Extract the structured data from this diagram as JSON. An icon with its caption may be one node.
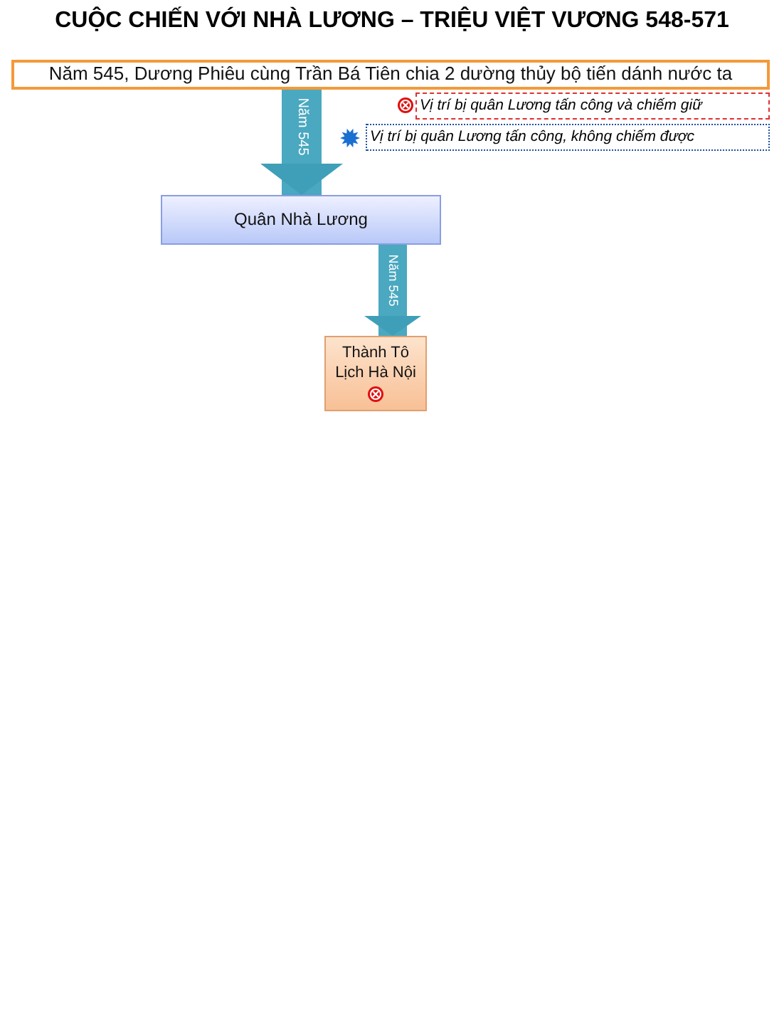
{
  "diagram": {
    "title": "CUỘC CHIẾN VỚI NHÀ LƯƠNG – TRIỆU VIỆT VƯƠNG 548-571",
    "nodes": [
      {
        "text": [
          "Năm 545, Dương Phiêu cùng Trần Bá Tiên chia 2 dường thủy bộ tiến dánh nước ta"
        ]
      },
      {
        "text": [
          "Quân Nhà Lương"
        ]
      },
      {
        "text": [
          "Thành Tô Lịch Hà Nội"
        ]
      }
    ],
    "edges": [
      {
        "from": 0,
        "to": 1,
        "arrow": "to",
        "label": "Năm 545"
      },
      {
        "from": 1,
        "to": 2,
        "arrow": "to",
        "label": "Năm 545"
      }
    ],
    "legend": [
      {
        "text": "Vị trí bị quân Lương tấn công và chiếm giữ"
      },
      {
        "text": "Vị trí  bị quân Lương tấn công, không chiếm được"
      }
    ]
  }
}
